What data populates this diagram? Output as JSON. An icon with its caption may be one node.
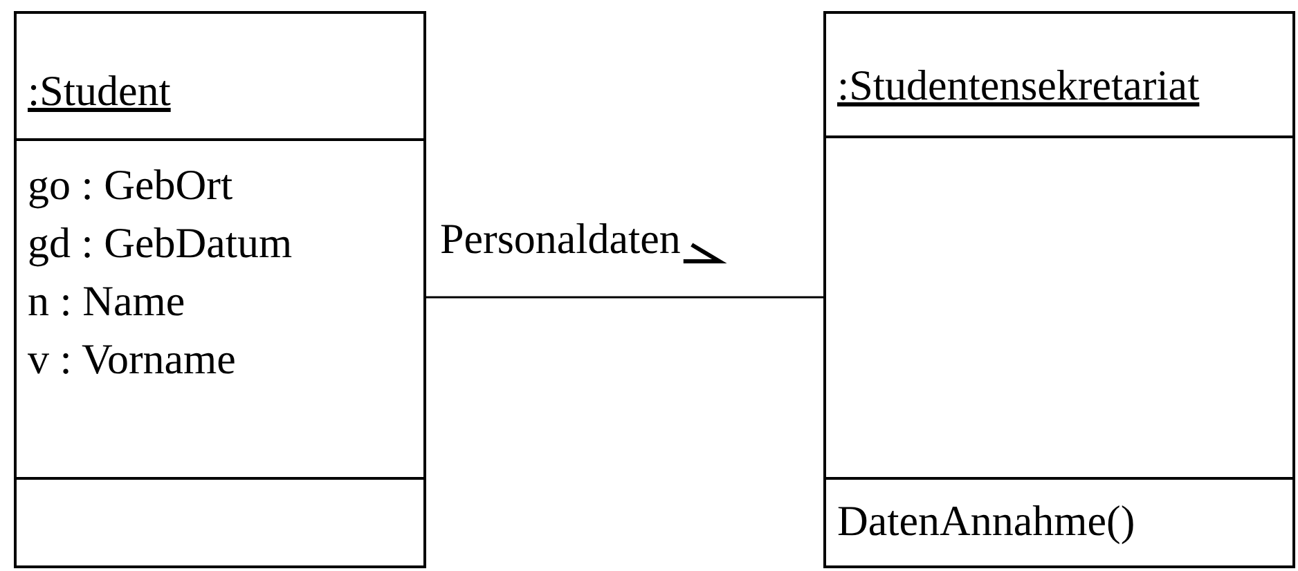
{
  "diagram": {
    "nodes": [
      {
        "text": [
          ":Student",
          "go : GebOrt",
          "gd : GebDatum",
          "n : Name",
          "v : Vorname"
        ]
      },
      {
        "text": [
          ":Studentensekretariat",
          "DatenAnnahme()"
        ]
      }
    ],
    "edges": [
      {
        "from": 0,
        "to": 1,
        "arrow": "none",
        "label": "Personaldaten"
      }
    ]
  }
}
